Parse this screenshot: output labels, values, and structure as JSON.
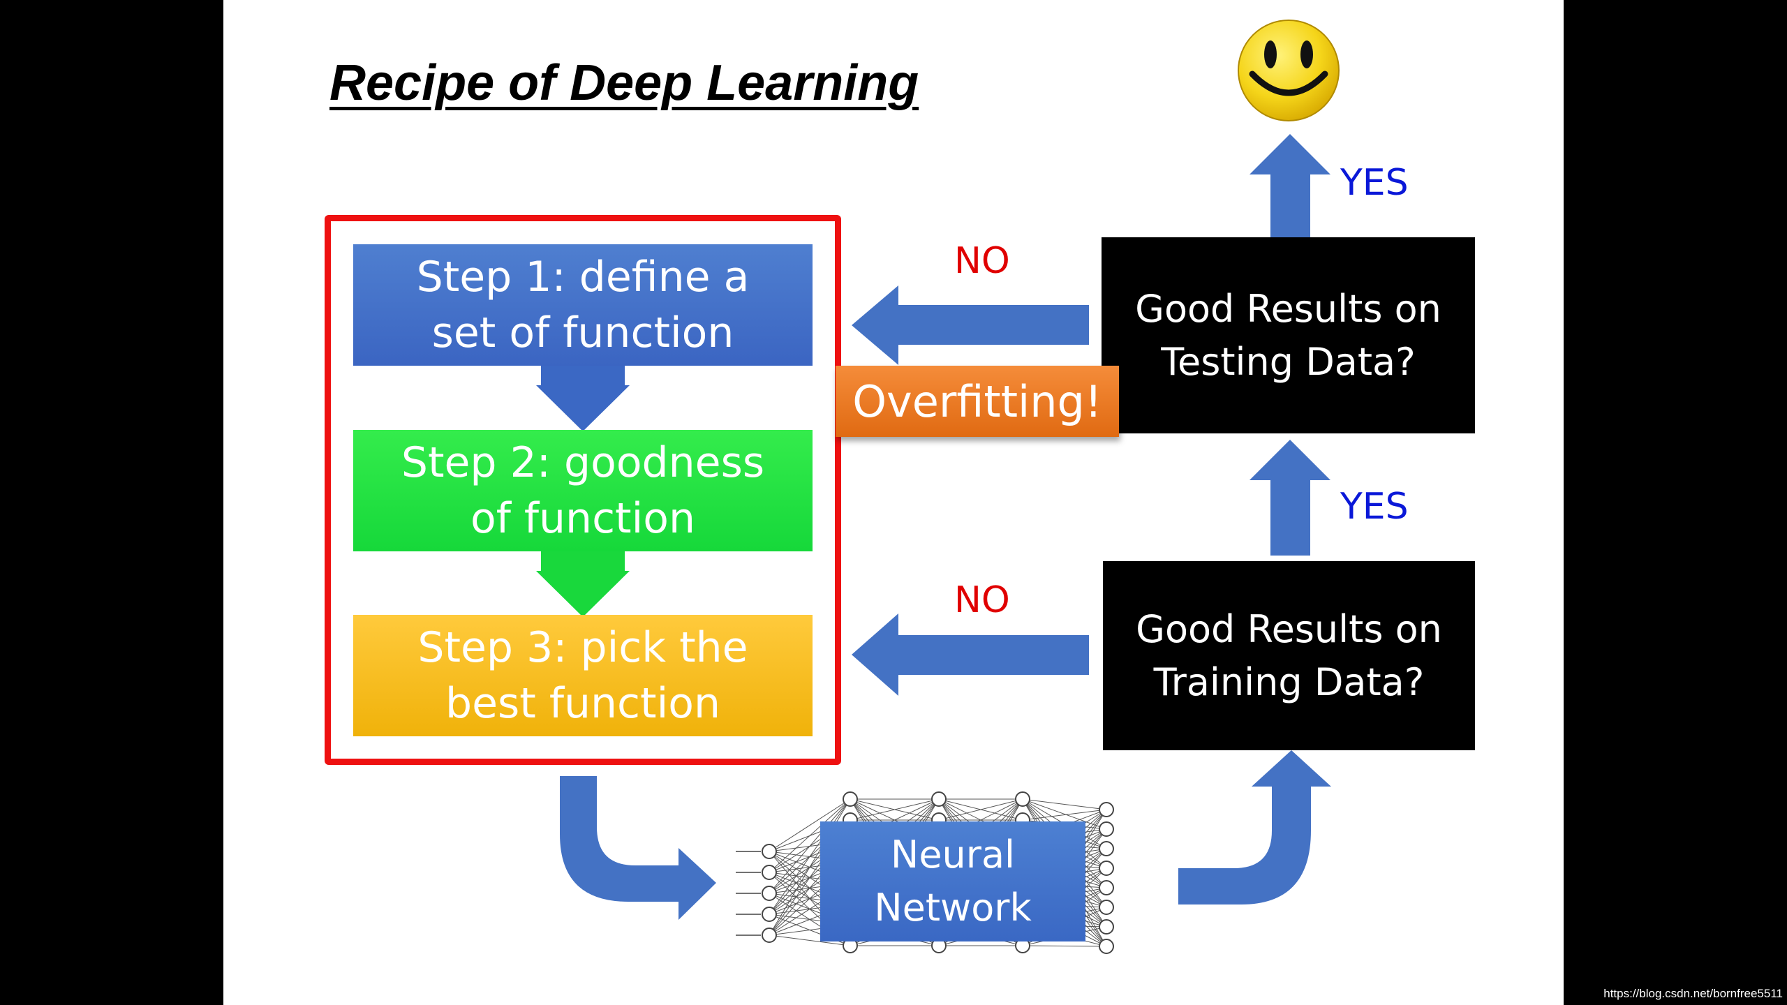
{
  "slide": {
    "title": "Recipe of Deep Learning",
    "steps": [
      {
        "line1": "Step 1: define a",
        "line2": "set of function",
        "color": "#4472c4"
      },
      {
        "line1": "Step 2: goodness",
        "line2": "of function",
        "color": "#22e03f"
      },
      {
        "line1": "Step 3: pick the",
        "line2": "best function",
        "color": "#ffc000"
      }
    ],
    "decisions": {
      "testing": {
        "line1": "Good Results on",
        "line2": "Testing Data?"
      },
      "training": {
        "line1": "Good Results on",
        "line2": "Training Data?"
      }
    },
    "labels": {
      "no_testing": "NO",
      "no_training": "NO",
      "yes_testing": "YES",
      "yes_training": "YES",
      "overfitting": "Overfitting!"
    },
    "neural_network": {
      "line1": "Neural",
      "line2": "Network"
    },
    "colors": {
      "arrow": "#4472c4",
      "frame": "#ee1111",
      "no": "#e00000",
      "yes": "#0a18d8",
      "overfitting": "#ed7d31"
    },
    "icons": [
      "smiley-face-icon",
      "neural-network-icon"
    ]
  },
  "watermark": "https://blog.csdn.net/bornfree5511"
}
